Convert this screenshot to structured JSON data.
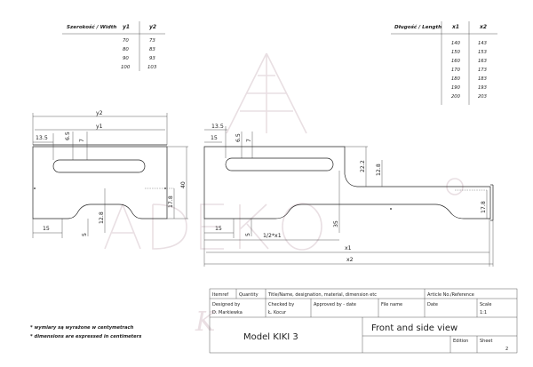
{
  "width_table": {
    "header": [
      "Szerokość / Width",
      "y1",
      "y2"
    ],
    "rows": [
      [
        "70",
        "73"
      ],
      [
        "80",
        "83"
      ],
      [
        "90",
        "93"
      ],
      [
        "100",
        "103"
      ]
    ]
  },
  "length_table": {
    "header": [
      "Długość / Length",
      "x1",
      "x2"
    ],
    "rows": [
      [
        "140",
        "143"
      ],
      [
        "150",
        "153"
      ],
      [
        "160",
        "163"
      ],
      [
        "170",
        "173"
      ],
      [
        "180",
        "183"
      ],
      [
        "190",
        "193"
      ],
      [
        "200",
        "203"
      ]
    ]
  },
  "front_view": {
    "labels": {
      "y2": "y2",
      "y1": "y1",
      "d13_5": "13.5",
      "d6_5": "6.5",
      "d7": "7",
      "d40": "40",
      "d17_8": "17.8",
      "d12_8": "12.8",
      "d15": "15",
      "d5": "5"
    }
  },
  "side_view": {
    "labels": {
      "d13_5": "13.5",
      "d15_top": "15",
      "d6_5": "6.5",
      "d7": "7",
      "d22_2": "22.2",
      "d12_8": "12.8",
      "d35": "35",
      "d17_8": "17.8",
      "d15_bot": "15",
      "d5": "5",
      "half_x1": "1/2*x1",
      "x1": "x1",
      "x2": "x2"
    }
  },
  "notes": [
    "* wymiary są wyrażone w centymetrach",
    "* dimensions are expressed in centimeters"
  ],
  "title_block": {
    "itemref": "Itemref",
    "quantity": "Quantity",
    "title_name": "Title/Name, designation, material, dimension etc",
    "article_no": "Article No./Reference",
    "designed_by_label": "Designed by",
    "designed_by": "D. Markiewka",
    "checked_by_label": "Checked by",
    "checked_by": "Ł. Kocur",
    "approved_label": "Approved by - date",
    "file_name_label": "File name",
    "date_label": "Date",
    "scale_label": "Scale",
    "scale": "1:1",
    "model": "Model KIKI 3",
    "view_title": "Front and side view",
    "edition_label": "Edition",
    "sheet_label": "Sheet",
    "sheet": "2"
  }
}
